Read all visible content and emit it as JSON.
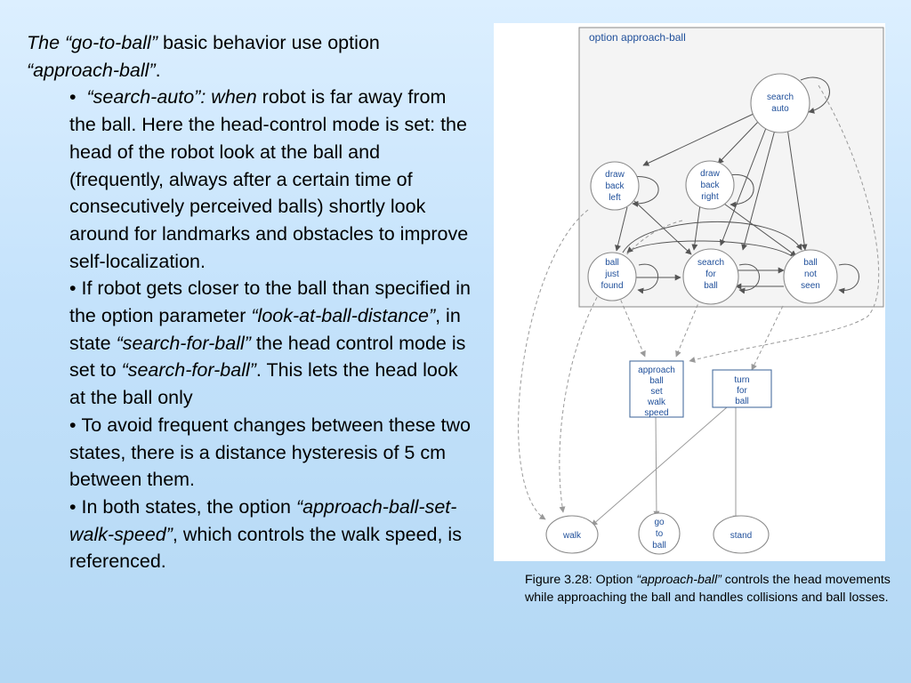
{
  "text": {
    "intro_em": "The “go-to-ball”",
    "intro_rest": " basic behavior use option ",
    "intro_em2": "“approach-ball”",
    "intro_end": ".",
    "b1_em": "“search-auto”: when",
    "b1_rest": " robot is far away from the ball. Here the head-control mode is set: the head of the robot look at the ball and (frequently, always after a certain time of consecutively perceived balls) shortly look around for landmarks and obstacles to improve self-localization.",
    "b2_a": "If robot gets closer to the ball than specified in the option parameter ",
    "b2_em1": "“look-at-ball-distance”",
    "b2_b": ", in state ",
    "b2_em2": "“search-for-ball”",
    "b2_c": " the head control mode is set to ",
    "b2_em3": "“search-for-ball”",
    "b2_d": ". This lets the head look at the ball only",
    "b3": "To avoid frequent changes between these two states, there is a distance hysteresis of 5 cm between them.",
    "b4_a": "In both states, the option ",
    "b4_em": "“approach-ball-set-walk-speed”",
    "b4_b": ", which controls the walk speed, is referenced."
  },
  "diagram": {
    "option_title": "option approach-ball",
    "nodes": {
      "search_auto": [
        "search",
        "auto"
      ],
      "draw_back_left": [
        "draw",
        "back",
        "left"
      ],
      "draw_back_right": [
        "draw",
        "back",
        "right"
      ],
      "ball_just_found": [
        "ball",
        "just",
        "found"
      ],
      "search_for_ball": [
        "search",
        "for",
        "ball"
      ],
      "ball_not_seen": [
        "ball",
        "not",
        "seen"
      ],
      "approach_ball_set_walk_speed": [
        "approach",
        "ball",
        "set",
        "walk",
        "speed"
      ],
      "turn_for_ball": [
        "turn",
        "for",
        "ball"
      ],
      "walk": [
        "walk"
      ],
      "go_to_ball": [
        "go",
        "to",
        "ball"
      ],
      "stand": [
        "stand"
      ]
    }
  },
  "caption": {
    "prefix": "Figure 3.28: Option ",
    "em": "“approach-ball”",
    "rest": " controls the head movements while approaching the ball and handles collisions and ball losses."
  }
}
